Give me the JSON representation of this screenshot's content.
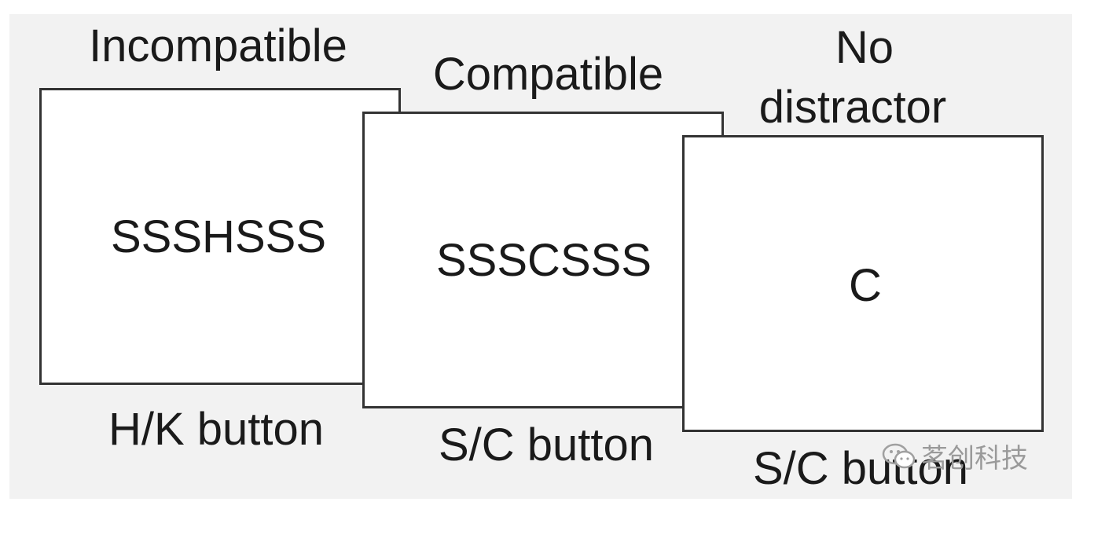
{
  "conditions": [
    {
      "id": "incompatible",
      "title": "Incompatible",
      "stimulus": "SSSHSSS",
      "response": "H/K button"
    },
    {
      "id": "compatible",
      "title": "Compatible",
      "stimulus": "SSSCSSS",
      "response": "S/C button"
    },
    {
      "id": "no-distractor",
      "title_line1": "No",
      "title_line2": "distractor",
      "stimulus": "C",
      "response": "S/C button"
    }
  ],
  "watermark": {
    "text": "茗创科技",
    "icon": "wechat-icon"
  },
  "colors": {
    "background": "#f2f2f2",
    "card": "#ffffff",
    "border": "#333333",
    "text": "#1a1a1a",
    "watermark": "#9a9a9a"
  }
}
